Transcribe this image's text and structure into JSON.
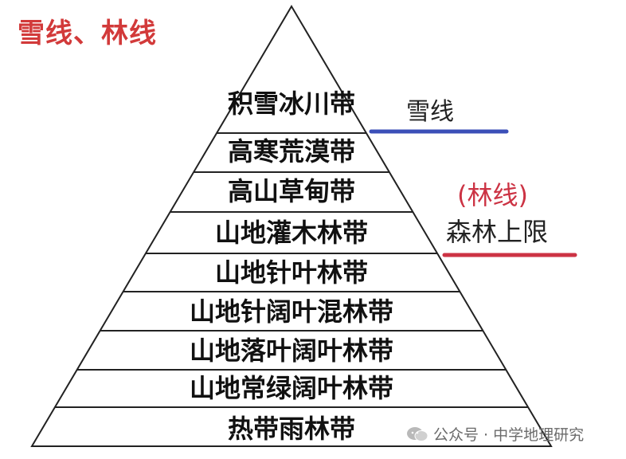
{
  "title": "雪线、林线",
  "belts": [
    "积雪冰川带",
    "高寒荒漠带",
    "高山草甸带",
    "山地灌木林带",
    "山地针叶林带",
    "山地针阔叶混林带",
    "山地落叶阔叶林带",
    "山地常绿阔叶林带",
    "热带雨林带"
  ],
  "snow_line": {
    "label": "雪线",
    "color": "#3b4fb8"
  },
  "tree_line": {
    "label_paren": "(林线)",
    "label_main": "森林上限",
    "color": "#cc3344"
  },
  "title_color": "#d23a3a",
  "watermark": {
    "icon": "wechat-icon",
    "text": "公众号 · 中学地理研究"
  }
}
